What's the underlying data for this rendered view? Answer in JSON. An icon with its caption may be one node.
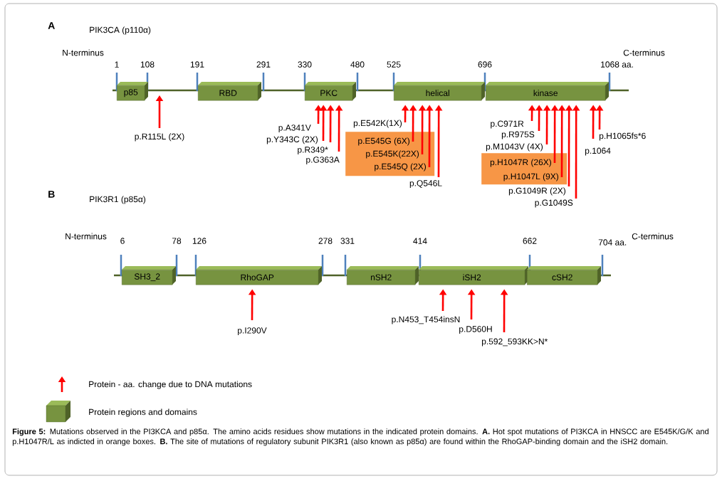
{
  "diagram": {
    "caption": "**Figure 5:** Mutations observed in the PI3KCA and p85α. The amino acids residues show mutations in the indicated protein domains. **A.** Hot spot mutations of PI3KCA in HNSCC are E545K/G/K and p.H1047R/L as indicted in orange boxes. **B.** The site of mutations of regulatory subunit PIK3R1 (also known as p85α) are found within the RhoGAP-binding domain and the iSH2 domain.",
    "nodes": [
      {
        "text": [
          "p85"
        ],
        "beside": [
          "1",
          "108"
        ]
      },
      {
        "text": [
          "RBD"
        ],
        "beside": [
          "191",
          "291"
        ]
      },
      {
        "text": [
          "PKC"
        ],
        "beside": [
          "330",
          "480"
        ]
      },
      {
        "text": [
          "helical"
        ],
        "beside": [
          "525"
        ]
      },
      {
        "text": [
          "kinase"
        ],
        "beside": [
          "696",
          "1068 aa."
        ]
      },
      {
        "text": [
          "p.R115L (2X)"
        ]
      },
      {
        "text": [
          "p.A341V"
        ]
      },
      {
        "text": [
          "p.Y343C (2X)"
        ]
      },
      {
        "text": [
          "p.R349*"
        ]
      },
      {
        "text": [
          "p.G363A"
        ]
      },
      {
        "text": [
          "p.E542K(1X)"
        ]
      },
      {
        "text": [],
        "shape": "box"
      },
      {
        "text": [
          "p.E545G (6X)"
        ],
        "in": 11
      },
      {
        "text": [
          "p.E545K(22X)"
        ],
        "in": 11
      },
      {
        "text": [
          "p.E545Q (2X)"
        ],
        "in": 11
      },
      {
        "text": [
          "p.Q546L"
        ]
      },
      {
        "text": [
          "p.C971R"
        ]
      },
      {
        "text": [
          "p.R975S"
        ]
      },
      {
        "text": [
          "p.M1043V (4X)"
        ]
      },
      {
        "text": [],
        "shape": "box"
      },
      {
        "text": [
          "p.H1047R (26X)"
        ],
        "in": 19
      },
      {
        "text": [
          "p.H1047L (9X)"
        ],
        "in": 19
      },
      {
        "text": [
          "p.G1049R (2X)"
        ]
      },
      {
        "text": [
          "p.G1049S"
        ]
      },
      {
        "text": [
          "p.1064"
        ]
      },
      {
        "text": [
          "p.H1065fs*6"
        ]
      },
      {
        "text": [
          "SH3_2"
        ],
        "beside": [
          "6",
          "78"
        ]
      },
      {
        "text": [
          "RhoGAP"
        ],
        "beside": [
          "126",
          "278"
        ]
      },
      {
        "text": [
          "nSH2"
        ],
        "beside": [
          "331"
        ]
      },
      {
        "text": [
          "iSH2"
        ],
        "beside": [
          "414"
        ]
      },
      {
        "text": [
          "cSH2"
        ],
        "beside": [
          "662",
          "704 aa."
        ]
      },
      {
        "text": [
          "p.I290V"
        ]
      },
      {
        "text": [
          "p.N453_T454insN"
        ]
      },
      {
        "text": [
          "p.D560H"
        ]
      },
      {
        "text": [
          "p.592_593KK>N*"
        ]
      }
    ],
    "edges": [
      {
        "from": 5,
        "to": null,
        "arrow": "to"
      },
      {
        "from": 6,
        "to": 2,
        "arrow": "to"
      },
      {
        "from": 7,
        "to": 2,
        "arrow": "to"
      },
      {
        "from": 8,
        "to": 2,
        "arrow": "to"
      },
      {
        "from": 9,
        "to": 2,
        "arrow": "to"
      },
      {
        "from": 10,
        "to": 3,
        "arrow": "to"
      },
      {
        "from": 12,
        "to": 3,
        "arrow": "to"
      },
      {
        "from": 13,
        "to": 3,
        "arrow": "to"
      },
      {
        "from": 14,
        "to": 3,
        "arrow": "to"
      },
      {
        "from": 15,
        "to": 3,
        "arrow": "to"
      },
      {
        "from": 16,
        "to": 4,
        "arrow": "to"
      },
      {
        "from": 17,
        "to": 4,
        "arrow": "to"
      },
      {
        "from": 18,
        "to": 4,
        "arrow": "to"
      },
      {
        "from": 20,
        "to": 4,
        "arrow": "to"
      },
      {
        "from": 21,
        "to": 4,
        "arrow": "to"
      },
      {
        "from": 22,
        "to": 4,
        "arrow": "to"
      },
      {
        "from": 23,
        "to": 4,
        "arrow": "to"
      },
      {
        "from": 24,
        "to": 4,
        "arrow": "to"
      },
      {
        "from": 25,
        "to": 4,
        "arrow": "to"
      },
      {
        "from": 31,
        "to": 27,
        "arrow": "to"
      },
      {
        "from": 32,
        "to": 29,
        "arrow": "to"
      },
      {
        "from": 33,
        "to": 29,
        "arrow": "to"
      },
      {
        "from": 34,
        "to": 29,
        "arrow": "to"
      }
    ],
    "labels": [
      "A",
      "PIK3CA (p110α)",
      "N-terminus",
      "C-terminus",
      "B",
      "PIK3R1 (p85α)",
      "N-terminus",
      "C-terminus"
    ],
    "legend": [
      {
        "text": "Protein - aa. change due to DNA mutations"
      },
      {
        "text": "Protein regions and domains"
      }
    ]
  }
}
